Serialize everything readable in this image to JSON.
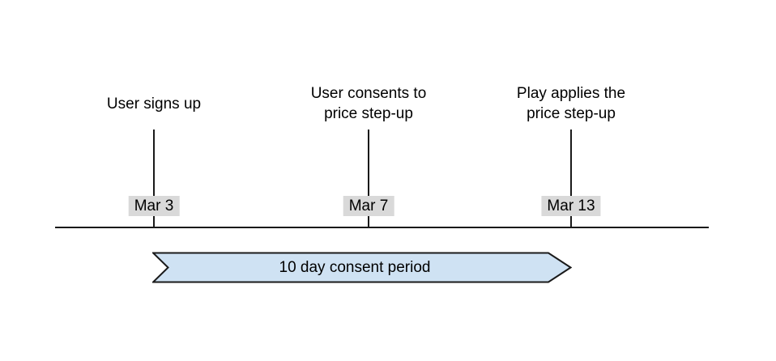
{
  "diagram": {
    "events": [
      {
        "label": "User signs up",
        "date": "Mar 3"
      },
      {
        "label": "User consents to\nprice step-up",
        "date": "Mar 7"
      },
      {
        "label": "Play applies the\nprice step-up",
        "date": "Mar 13"
      }
    ],
    "period_banner": {
      "label": "10 day consent period"
    },
    "colors": {
      "banner_fill": "#cfe2f3",
      "banner_stroke": "#1a1a1a",
      "date_label_bg": "#d9d9d9",
      "line": "#1a1a1a",
      "text": "#000000",
      "background": "#ffffff"
    }
  }
}
